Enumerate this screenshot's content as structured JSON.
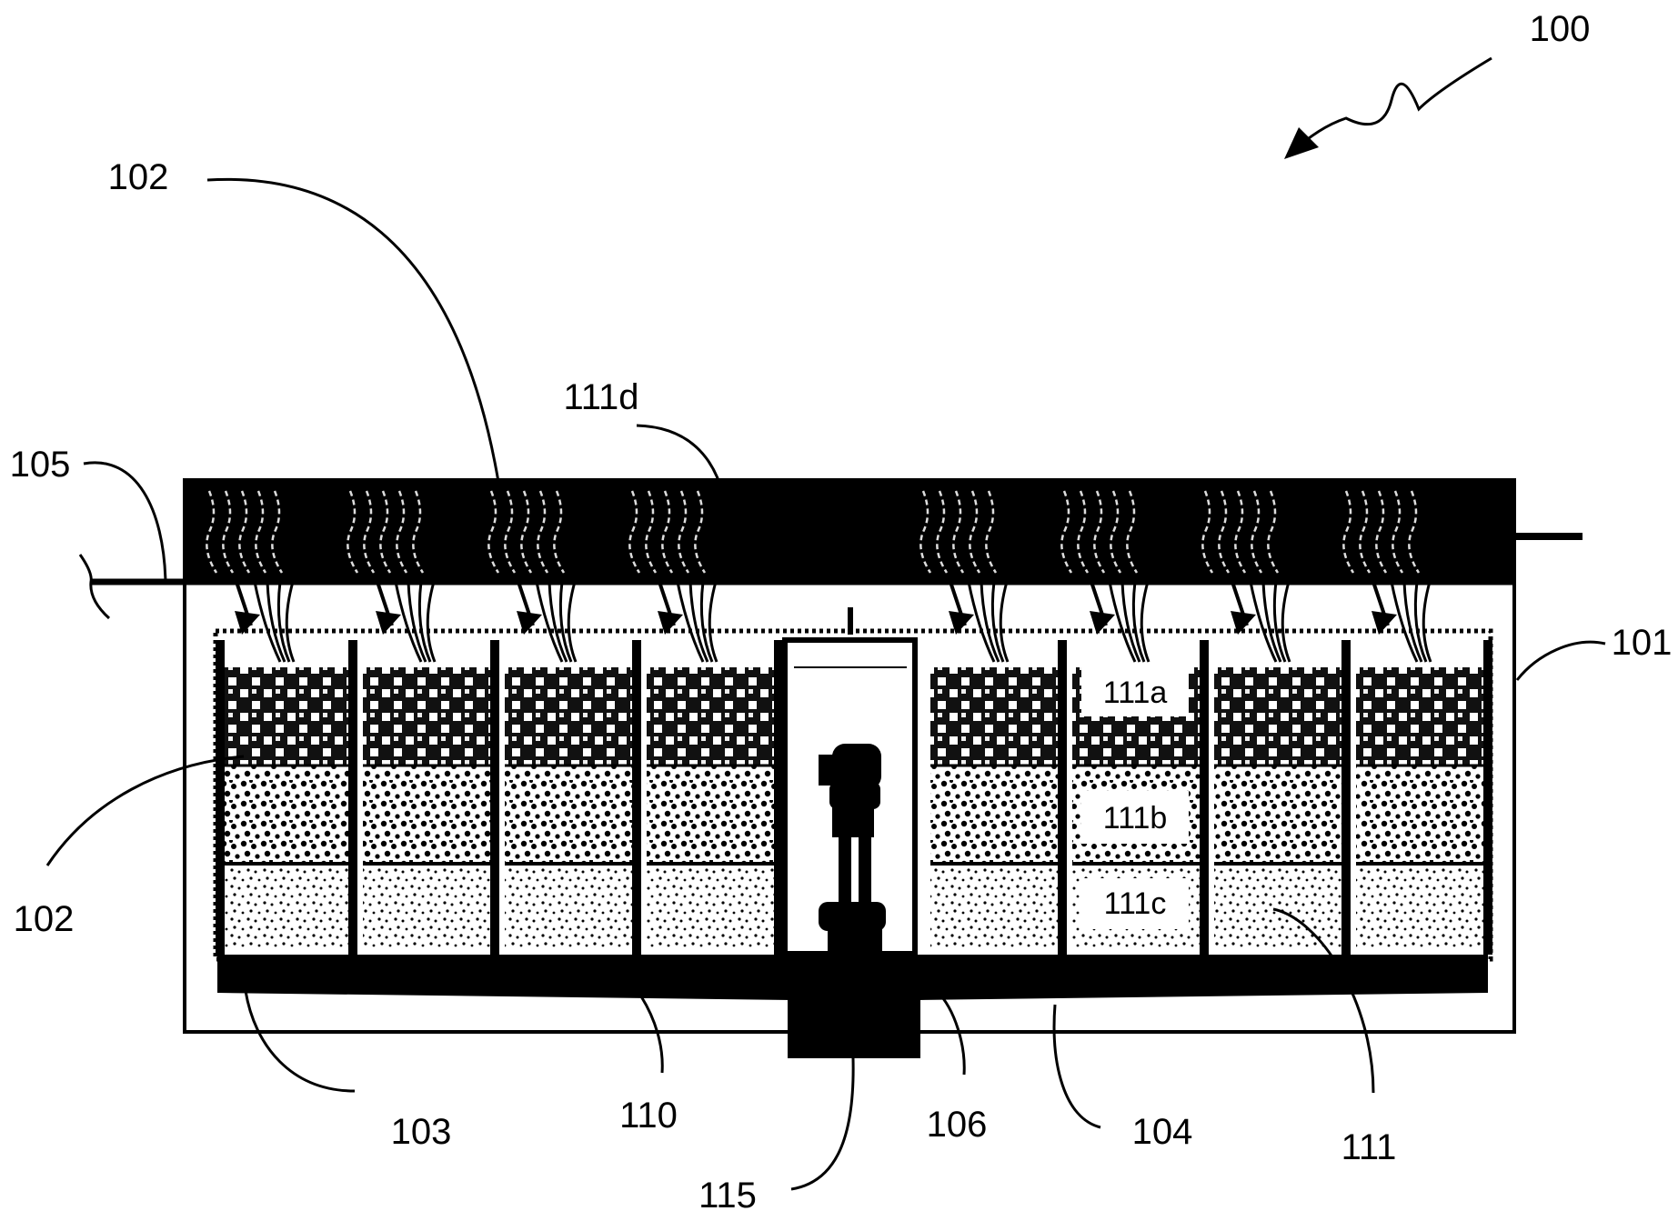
{
  "figure": {
    "refs": {
      "device": "100",
      "tank": "101",
      "plant_top": "102",
      "plant_left": "102",
      "bottom_plate": "103",
      "bottom_right": "104",
      "pipe": "105",
      "outlet": "106",
      "drain_tray": "110",
      "filter_media": "111",
      "layer_a": "111a",
      "layer_b": "111b",
      "layer_c": "111c",
      "layer_d": "111d",
      "pump_base": "115"
    }
  }
}
